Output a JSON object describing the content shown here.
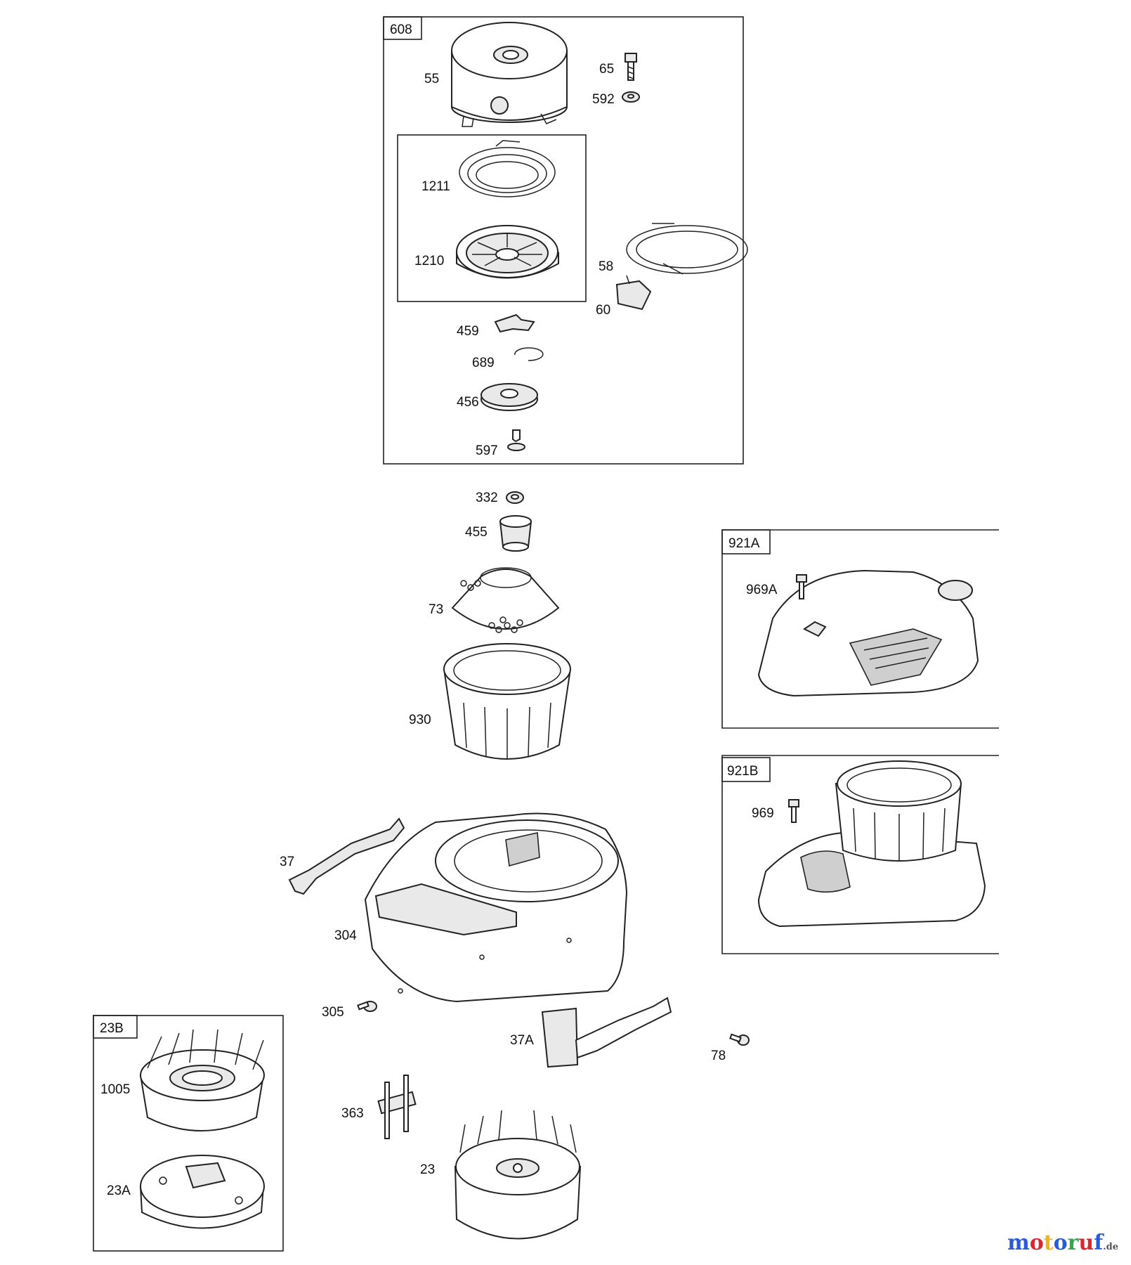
{
  "groups": [
    {
      "id": "608",
      "label": "608"
    },
    {
      "id": "921A",
      "label": "921A"
    },
    {
      "id": "921B",
      "label": "921B"
    },
    {
      "id": "23B",
      "label": "23B"
    }
  ],
  "parts": [
    {
      "id": "55",
      "label": "55"
    },
    {
      "id": "65",
      "label": "65"
    },
    {
      "id": "592",
      "label": "592"
    },
    {
      "id": "1211",
      "label": "1211"
    },
    {
      "id": "1210",
      "label": "1210"
    },
    {
      "id": "58",
      "label": "58"
    },
    {
      "id": "60",
      "label": "60"
    },
    {
      "id": "459",
      "label": "459"
    },
    {
      "id": "689",
      "label": "689"
    },
    {
      "id": "456",
      "label": "456"
    },
    {
      "id": "597",
      "label": "597"
    },
    {
      "id": "332",
      "label": "332"
    },
    {
      "id": "455",
      "label": "455"
    },
    {
      "id": "73",
      "label": "73"
    },
    {
      "id": "930",
      "label": "930"
    },
    {
      "id": "969A",
      "label": "969A"
    },
    {
      "id": "969",
      "label": "969"
    },
    {
      "id": "37",
      "label": "37"
    },
    {
      "id": "304",
      "label": "304"
    },
    {
      "id": "305",
      "label": "305"
    },
    {
      "id": "37A",
      "label": "37A"
    },
    {
      "id": "78",
      "label": "78"
    },
    {
      "id": "1005",
      "label": "1005"
    },
    {
      "id": "23A",
      "label": "23A"
    },
    {
      "id": "363",
      "label": "363"
    },
    {
      "id": "23",
      "label": "23"
    }
  ],
  "watermark": {
    "letters": [
      "m",
      "o",
      "t",
      "o",
      "r",
      "u",
      "f"
    ],
    "colors": [
      "#2a5bd7",
      "#d8282f",
      "#f2b01e",
      "#2a5bd7",
      "#2fa84f",
      "#d8282f",
      "#2a5bd7"
    ],
    "suffix": ".de"
  }
}
